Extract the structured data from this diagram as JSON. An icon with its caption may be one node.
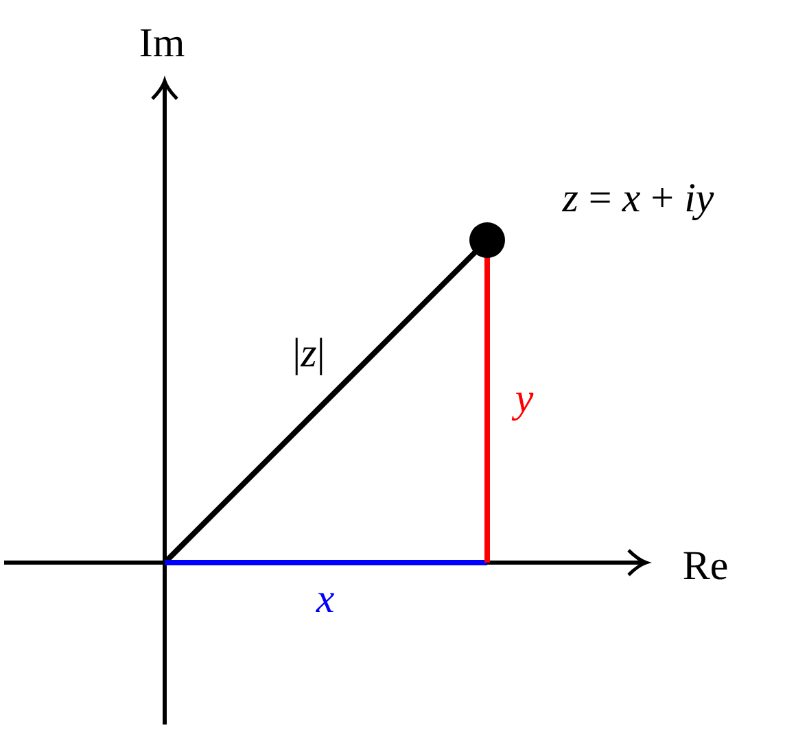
{
  "diagram": {
    "nodes": [
      {
        "text": [],
        "shape": "circle",
        "beside": [
          "*z* = *x* + *iy*"
        ]
      }
    ],
    "labels": [
      "Im",
      "Re",
      "|*z*|",
      "*y*",
      "*x*"
    ]
  }
}
